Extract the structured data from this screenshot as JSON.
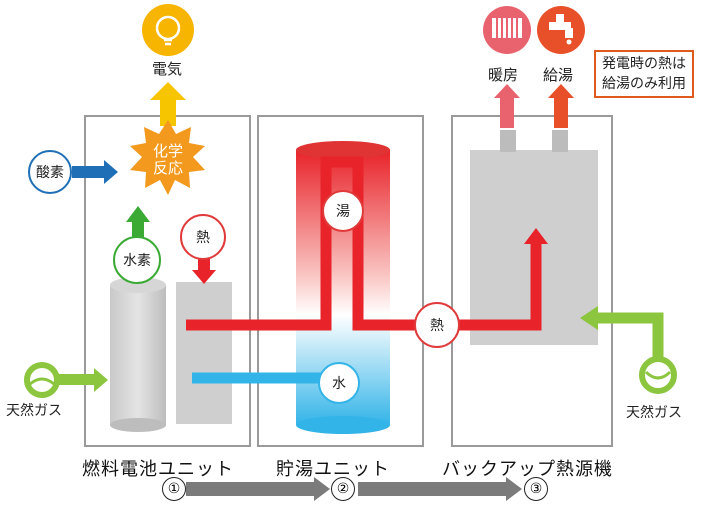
{
  "outputs": {
    "electricity": "電気",
    "heating": "暖房",
    "hot_water_supply": "給湯"
  },
  "note": {
    "line1": "発電時の熱は",
    "line2": "給湯のみ利用"
  },
  "fuel_cell": {
    "reaction_line1": "化学",
    "reaction_line2": "反応",
    "oxygen": "酸素",
    "hydrogen": "水素",
    "heat": "熱",
    "gas": "天然ガス"
  },
  "storage": {
    "hot_water": "湯",
    "water": "水"
  },
  "pipe": {
    "heat": "熱"
  },
  "backup": {
    "gas": "天然ガス"
  },
  "units": {
    "unit1": "燃料電池ユニット",
    "unit2": "貯湯ユニット",
    "unit3": "バックアップ熱源機"
  },
  "steps": [
    "①",
    "②",
    "③"
  ],
  "colors": {
    "hot": "#e8232a",
    "cold": "#33b4e8",
    "gas": "#8cc63f",
    "oxygen": "#1f6fb6",
    "reaction": "#f39a1e",
    "bulb": "#f7b500",
    "hot_water_icon": "#e8502a",
    "heating_icon": "#e9636f",
    "heat_circle": "#e03a3a"
  }
}
